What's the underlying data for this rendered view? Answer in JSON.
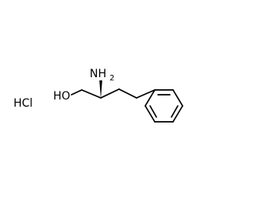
{
  "molecule": {
    "salt_label": "HCl",
    "hydroxyl_label": "HO",
    "amine_label": "NH",
    "amine_subscript": "2"
  }
}
